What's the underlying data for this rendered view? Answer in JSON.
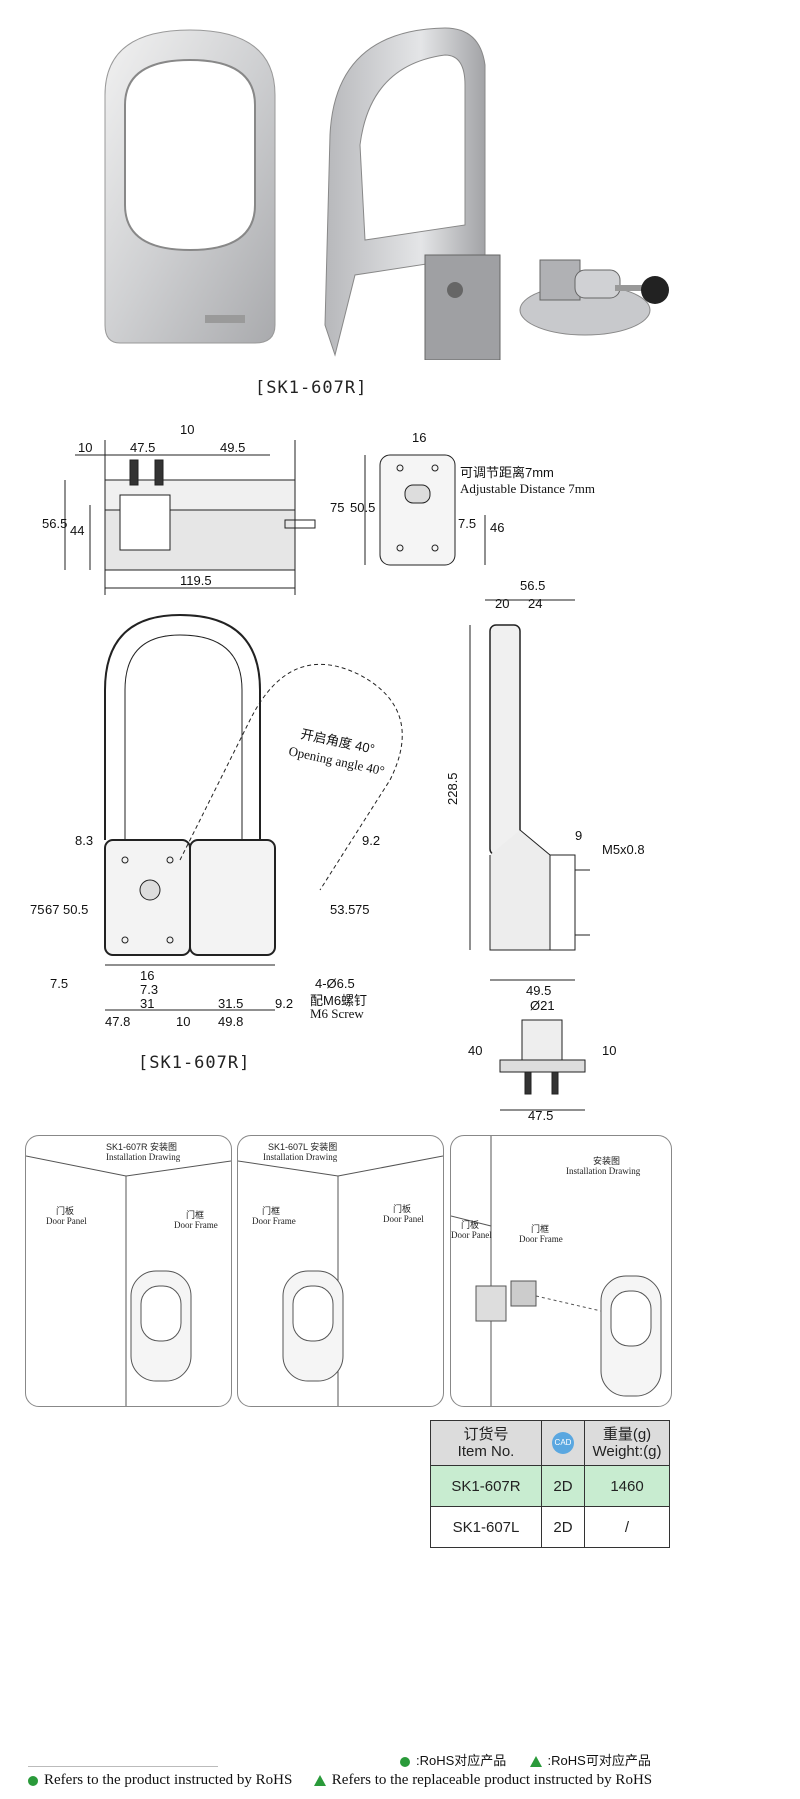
{
  "photo_caption": "[SK1-607R]",
  "drawing_caption": "[SK1-607R]",
  "top_view": {
    "dims": [
      "10",
      "47.5",
      "10",
      "49.5",
      "56.5",
      "44",
      "119.5"
    ]
  },
  "side_view": {
    "dims": [
      "16",
      "75",
      "50.5",
      "7.5",
      "46"
    ],
    "adjust_cn": "可调节距离7mm",
    "adjust_en": "Adjustable Distance  7mm"
  },
  "front_view": {
    "angle_cn": "开启角度 40°",
    "angle_en": "Opening angle 40°",
    "dims": [
      "8.3",
      "9.2",
      "75",
      "67",
      "50.5",
      "53.5",
      "75",
      "7.5",
      "16",
      "7.3",
      "31",
      "31.5",
      "9.2",
      "47.8",
      "10",
      "49.8"
    ],
    "holes": "4-Ø6.5",
    "screw_cn": "配M6螺钉",
    "screw_en": "M6 Screw"
  },
  "right_view": {
    "dims": [
      "56.5",
      "20",
      "24",
      "228.5",
      "9",
      "M5x0.8",
      "49.5"
    ]
  },
  "cylinder_view": {
    "dims": [
      "Ø21",
      "40",
      "10",
      "47.5"
    ]
  },
  "installation": [
    {
      "title": "SK1-607R  安装图",
      "title_en": "Installation Drawing",
      "left_cn": "门板",
      "left_en": "Door Panel",
      "right_cn": "门框",
      "right_en": "Door Frame"
    },
    {
      "title": "SK1-607L  安装图",
      "title_en": "Installation Drawing",
      "left_cn": "门框",
      "left_en": "Door Frame",
      "right_cn": "门板",
      "right_en": "Door Panel"
    },
    {
      "title": "安装图",
      "title_en": "Installation Drawing",
      "left_cn": "门板",
      "left_en": "Door Panel",
      "right_cn": "门框",
      "right_en": "Door Frame"
    }
  ],
  "order_table": {
    "headers": [
      {
        "cn": "订货号",
        "en": "Item No."
      },
      {
        "cn": "",
        "en": "CAD"
      },
      {
        "cn": "重量(g)",
        "en": "Weight:(g)"
      }
    ],
    "rows": [
      {
        "item": "SK1-607R",
        "cad": "2D",
        "weight": "1460"
      },
      {
        "item": "SK1-607L",
        "cad": "2D",
        "weight": "/"
      }
    ],
    "highlight_color": "#c8ecd0"
  },
  "legend": {
    "rohs_cn": ":RoHS对应产品",
    "rohs_replace_cn": ":RoHS可对应产品",
    "rohs_en": "Refers to the product instructed by RoHS",
    "rohs_replace_en": "Refers to the replaceable product instructed by RoHS",
    "color": "#2a9a3a"
  }
}
